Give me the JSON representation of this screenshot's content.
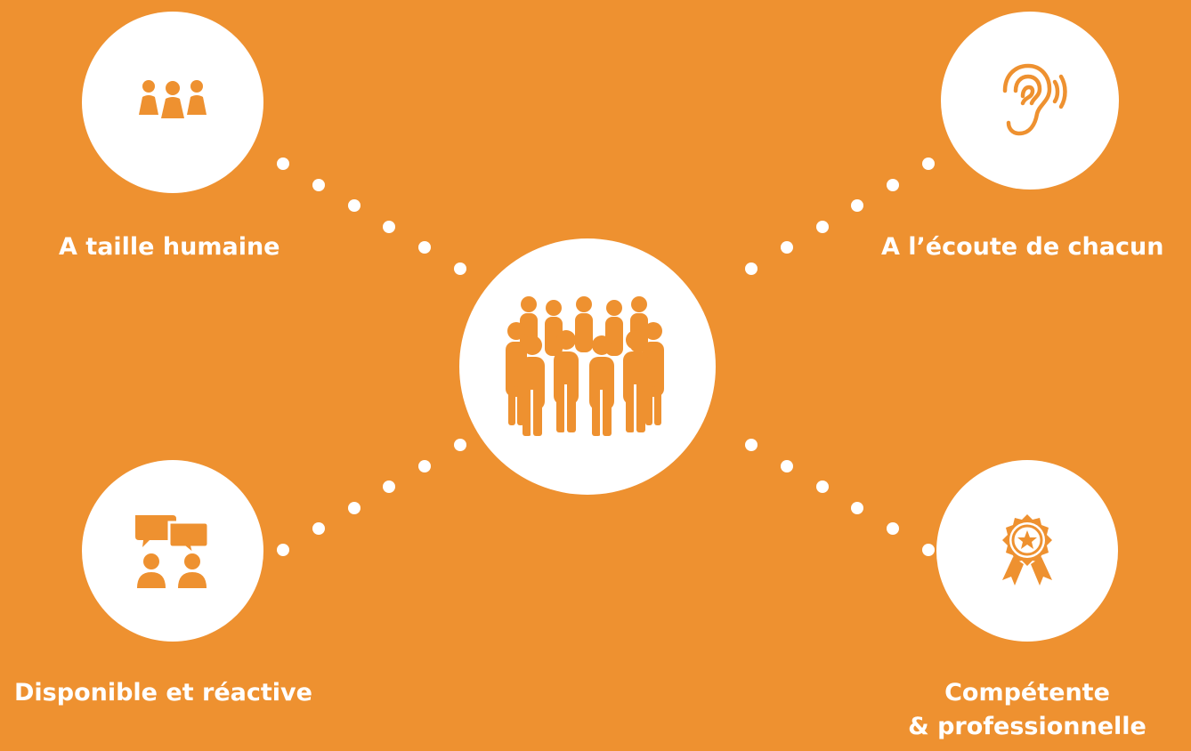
{
  "colors": {
    "background": "#EE9130",
    "circle": "#FFFFFF",
    "icon": "#EE9130",
    "text": "#FFFFFF"
  },
  "center": {
    "icon": "crowd-icon"
  },
  "nodes": {
    "top_left": {
      "icon": "group-icon",
      "label": "A taille humaine"
    },
    "top_right": {
      "icon": "ear-icon",
      "label": "A l’écoute de chacun"
    },
    "bottom_left": {
      "icon": "conversation-icon",
      "label": "Disponible et réactive"
    },
    "bottom_right": {
      "icon": "award-badge-icon",
      "label_line1": "Compétente",
      "label_line2": "& professionnelle"
    }
  }
}
